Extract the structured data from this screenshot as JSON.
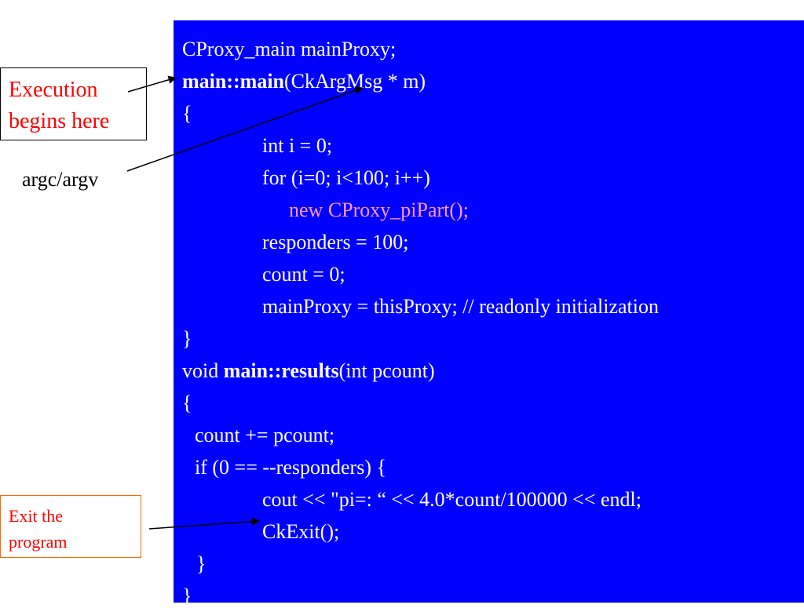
{
  "code": {
    "line1": "CProxy_main mainProxy;",
    "line2_bold": "main::main",
    "line2_rest": "(CkArgMsg * m)",
    "line3": "{",
    "line4": "int i = 0;",
    "line5": "for (i=0; i<100; i++)",
    "line6": "new CProxy_piPart();",
    "line7": "responders = 100;",
    "line8": "count = 0;",
    "line9": "mainProxy = thisProxy; // readonly initialization",
    "line10": "}",
    "line11_pre": "void ",
    "line11_bold": "main::results",
    "line11_rest": "(int pcount)",
    "line12": "{",
    "line13": "count += pcount;",
    "line14": "if (0 == --responders) {",
    "line15": "cout << \"pi=: “ << 4.0*count/100000 << endl;",
    "line16": "CkExit();",
    "line17": "}",
    "line18": "}"
  },
  "callouts": {
    "execution_line1": "Execution",
    "execution_line2": "begins here",
    "argc_label": "argc/argv",
    "exit_line1": "Exit the",
    "exit_line2": "program"
  },
  "colors": {
    "panel": "#0000ff",
    "code_text": "#ffffff",
    "highlight_text": "#ff99cc",
    "callout_text": "#ff0000"
  }
}
